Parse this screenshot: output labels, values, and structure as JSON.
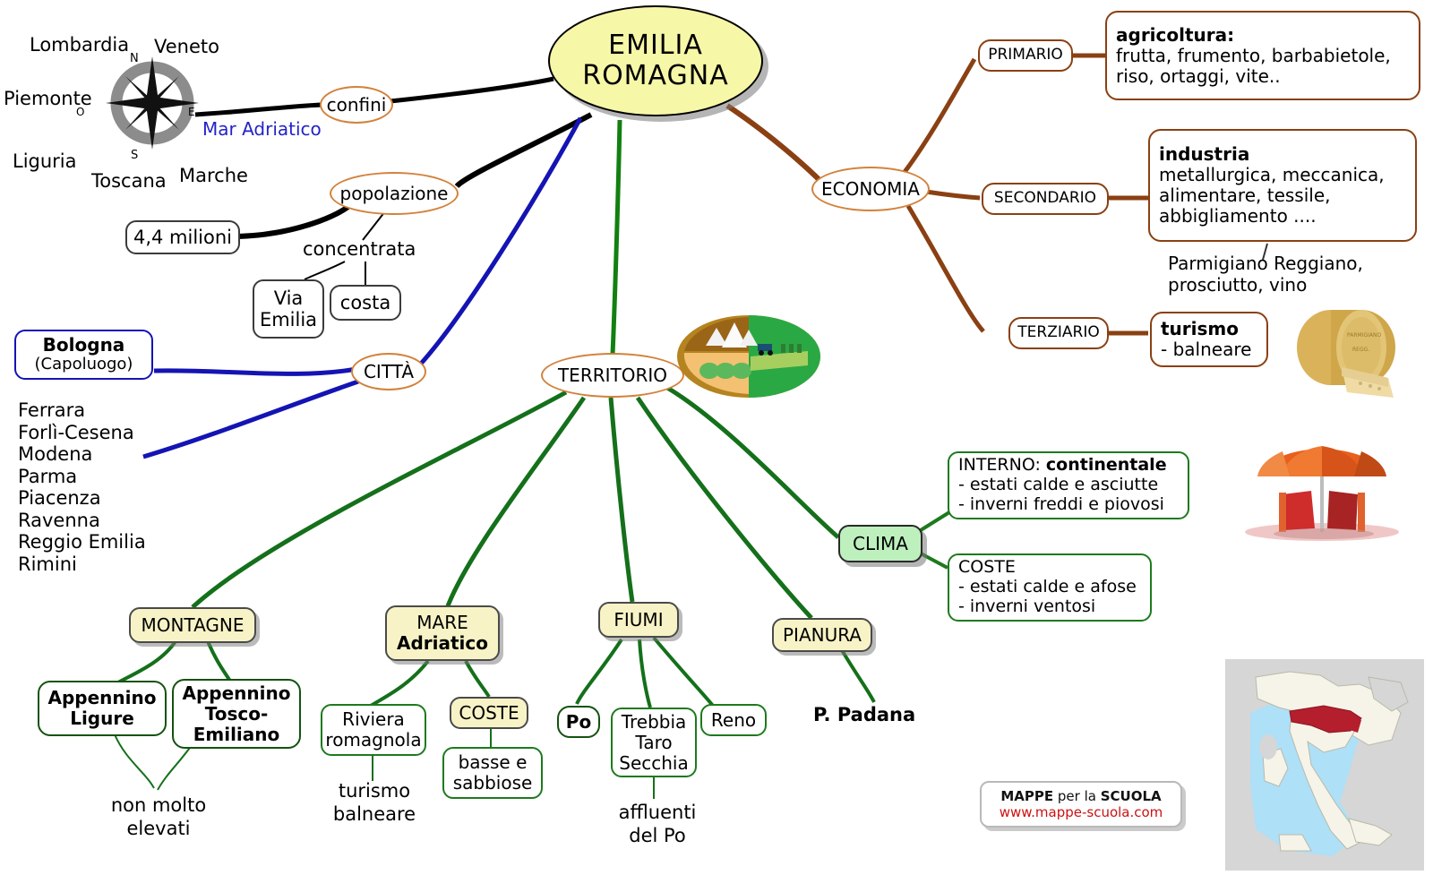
{
  "central": {
    "line1": "EMILIA",
    "line2": "ROMAGNA"
  },
  "compass": {
    "n": "N",
    "s": "S",
    "o": "O",
    "e": "E"
  },
  "neighbors": {
    "lombardia": "Lombardia",
    "veneto": "Veneto",
    "piemonte": "Piemonte",
    "liguria": "Liguria",
    "toscana": "Toscana",
    "marche": "Marche",
    "mar_adriatico": "Mar Adriatico"
  },
  "hubs": {
    "confini": "confini",
    "popolazione": "popolazione",
    "citta": "CITTÀ",
    "territorio": "TERRITORIO",
    "economia": "ECONOMIA"
  },
  "popolazione": {
    "milioni": "4,4 milioni",
    "concentrata": "concentrata",
    "via_emilia_l1": "Via",
    "via_emilia_l2": "Emilia",
    "costa": "costa"
  },
  "citta": {
    "capoluogo_name": "Bologna",
    "capoluogo_sub": "(Capoluogo)",
    "list": [
      "Ferrara",
      "Forlì-Cesena",
      "Modena",
      "Parma",
      "Piacenza",
      "Ravenna",
      "Reggio Emilia",
      "Rimini"
    ]
  },
  "economia": {
    "primario": "PRIMARIO",
    "secondario": "SECONDARIO",
    "terziario": "TERZIARIO",
    "agricoltura_title": "agricoltura:",
    "agricoltura_l1": "frutta, frumento, barbabietole,",
    "agricoltura_l2": "riso, ortaggi, vite..",
    "industria_title": "industria",
    "industria_l1": "metallurgica, meccanica,",
    "industria_l2": "alimentare, tessile,",
    "industria_l3": "abbigliamento ....",
    "prodotti_l1": "Parmigiano Reggiano,",
    "prodotti_l2": "prosciutto, vino",
    "turismo_title": "turismo",
    "turismo_l1": "- balneare"
  },
  "clima": {
    "label": "CLIMA",
    "interno_head_1": "INTERNO: ",
    "interno_head_2": "continentale",
    "interno_l1": "- estati calde e asciutte",
    "interno_l2": "- inverni freddi e piovosi",
    "coste_head": "COSTE",
    "coste_l1": "- estati calde e afose",
    "coste_l2": "- inverni ventosi"
  },
  "territorio": {
    "montagne": "MONTAGNE",
    "appennino_ligure_l1": "Appennino",
    "appennino_ligure_l2": "Ligure",
    "appennino_tosco_l1": "Appennino",
    "appennino_tosco_l2": "Tosco-",
    "appennino_tosco_l3": "Emiliano",
    "non_molto_l1": "non molto",
    "non_molto_l2": "elevati",
    "mare_l1": "MARE",
    "mare_l2": "Adriatico",
    "riviera_l1": "Riviera",
    "riviera_l2": "romagnola",
    "turismo_balneare_l1": "turismo",
    "turismo_balneare_l2": "balneare",
    "coste": "COSTE",
    "basse_l1": "basse e",
    "basse_l2": "sabbiose",
    "fiumi": "FIUMI",
    "po": "Po",
    "affluenti_l1": "Trebbia",
    "affluenti_l2": "Taro",
    "affluenti_l3": "Secchia",
    "reno": "Reno",
    "affluenti_del_po_l1": "affluenti",
    "affluenti_del_po_l2": "del Po",
    "pianura": "PIANURA",
    "p_padana": "P. Padana"
  },
  "logo": {
    "line1_a": "MAPPE",
    "line1_b": " per la ",
    "line1_c": "SCUOLA",
    "line2": "www.mappe-scuola.com"
  },
  "colors": {
    "central_fill": "#f7f7a8",
    "hub_stroke": "#d2823c",
    "economia_brown": "#8a4012",
    "territorio_green": "#1d7a1d",
    "citta_blue": "#1414b4",
    "confini_black": "#000000",
    "clima_fill": "#bdf0bd",
    "region_red": "#b41e2d",
    "link_red": "#cc1111"
  },
  "icons": {
    "compass": "compass-rose-icon",
    "landscape": "landscape-relief-icon",
    "cheese": "parmigiano-cheese-icon",
    "beach": "beach-umbrella-icon",
    "italy_map": "italy-map-icon"
  }
}
